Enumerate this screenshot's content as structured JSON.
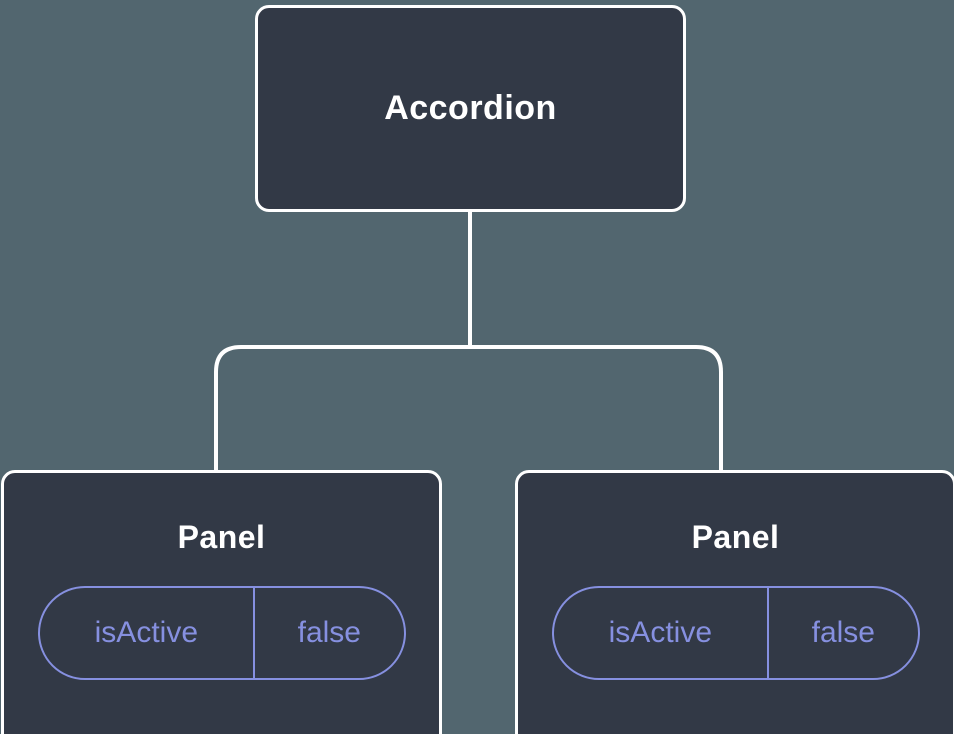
{
  "diagram": {
    "root": {
      "label": "Accordion"
    },
    "children": [
      {
        "label": "Panel",
        "state": {
          "key": "isActive",
          "value": "false"
        }
      },
      {
        "label": "Panel",
        "state": {
          "key": "isActive",
          "value": "false"
        }
      }
    ],
    "colors": {
      "background": "#52666f",
      "node_fill": "#323946",
      "node_border": "#ffffff",
      "connector": "#ffffff",
      "state_accent": "#8690e0",
      "text": "#ffffff"
    }
  }
}
